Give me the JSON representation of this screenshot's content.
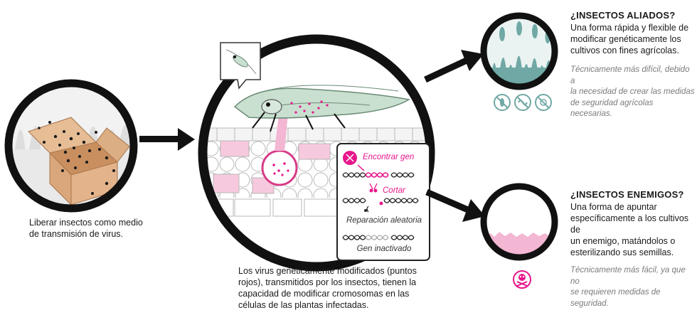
{
  "left_caption_line1": "Liberar insectos como medio",
  "left_caption_line2": "de transmisión de virus.",
  "center_caption": [
    "Los virus genéticamente modificados (puntos",
    "rojos), transmitidos por los insectos, tienen la",
    "capacidad de modificar cromosomas en las",
    "células de las plantas infectadas."
  ],
  "process_steps": {
    "find": "Encontrar gen",
    "cut": "Cortar",
    "repair": "Reparación aleatoria",
    "inactivated": "Gen inactivado"
  },
  "allies": {
    "heading": "¿INSECTOS ALIADOS?",
    "description": [
      "Una forma rápida y flexible de",
      "modificar genéticamente los",
      "cultivos con fines agrícolas."
    ],
    "note": [
      "Técnicamente más difícil, debido a",
      "la necesidad de crear las medidas",
      "de seguridad agrícolas necesarias."
    ]
  },
  "enemies": {
    "heading": "¿INSECTOS ENEMIGOS?",
    "description": [
      "Una forma de apuntar",
      "específicamente a los cultivos de",
      "un enemigo, matándolos o",
      "esterilizando sus semillas."
    ],
    "note": [
      "Técnicamente más fácil, ya que no",
      "se requieren medidas de seguridad."
    ]
  },
  "colors": {
    "teal": "#6fa8a5",
    "pink": "#e8168b",
    "light_pink": "#f3b6d3",
    "cardboard": "#d9a77b",
    "leaf_green": "#c9dfcf"
  },
  "icons": [
    "no-bug-icon",
    "no-germ-icon",
    "no-virus-icon",
    "skull-crossbones-icon"
  ]
}
